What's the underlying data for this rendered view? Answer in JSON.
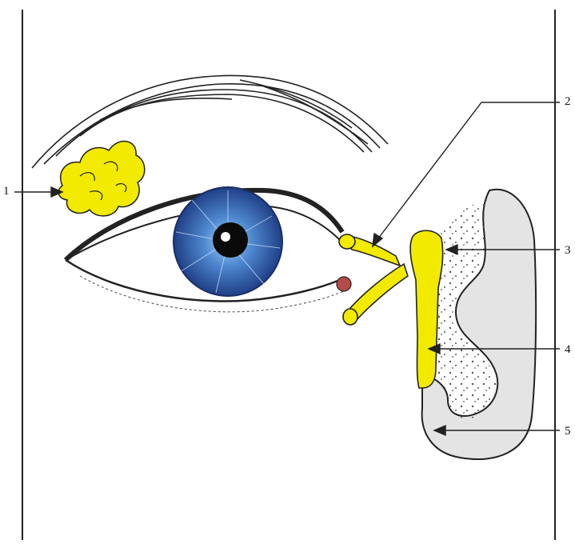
{
  "labels": [
    "1",
    "2",
    "3",
    "4",
    "5"
  ],
  "colors": {
    "lacrimal_yellow": "#f2ea00",
    "outline": "#1a1a1a",
    "iris_blue": "#2f5fb0",
    "nasal_cavity_gray": "#e4e4e4",
    "caruncle": "#b64a4a"
  },
  "icons": [
    "lacrimal-gland",
    "lacrimal-duct-system",
    "nasal-cavity",
    "eye",
    "eyebrow"
  ]
}
